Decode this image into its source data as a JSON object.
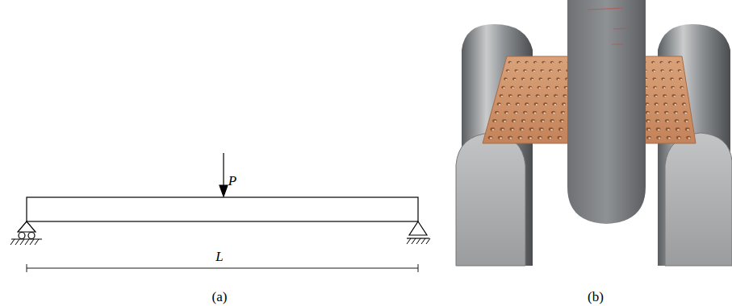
{
  "diagram": {
    "labels": [
      "P",
      "L",
      "(a)",
      "(b)"
    ]
  }
}
